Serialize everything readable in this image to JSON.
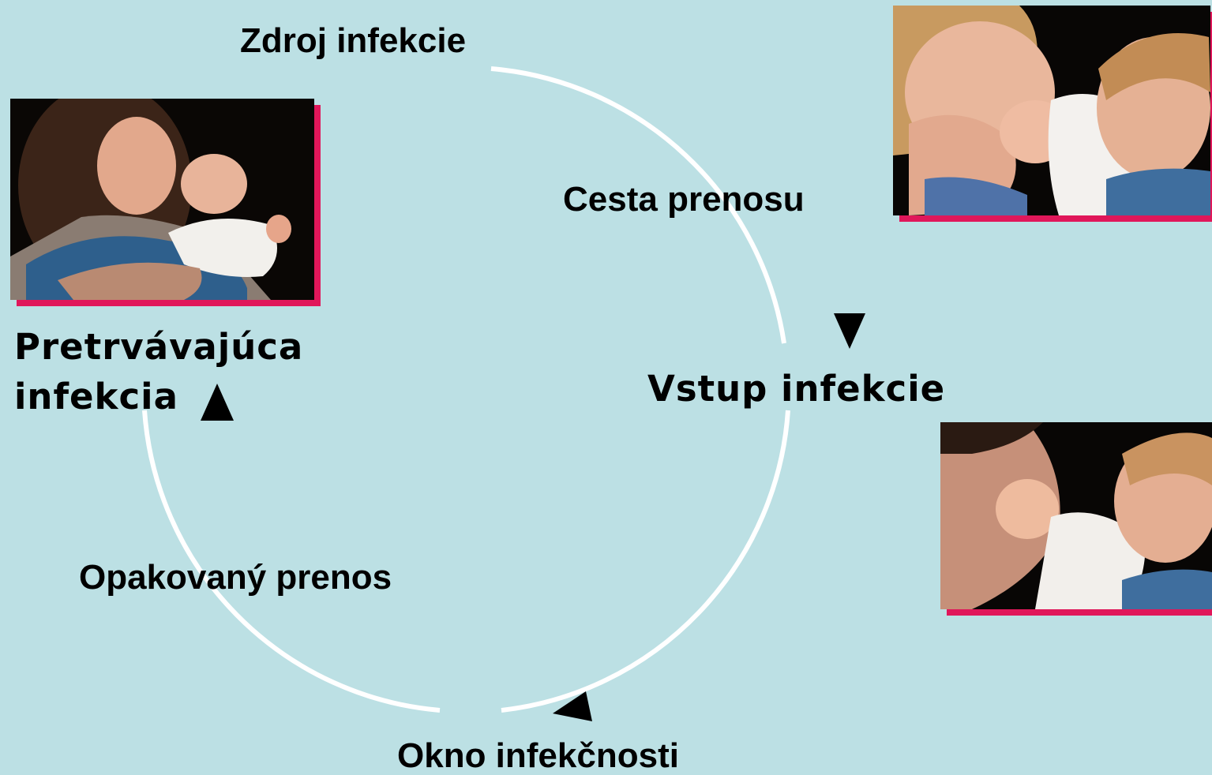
{
  "cycle": {
    "steps": {
      "source": "Zdroj infekcie",
      "route": "Cesta prenosu",
      "entry": "Vstup infekcie",
      "window": "Okno infekčnosti",
      "repeat": "Opakovaný prenos",
      "persistent_line1": "Pretrvávajúca",
      "persistent_line2": "infekcia"
    }
  },
  "colors": {
    "background": "#bce0e4",
    "circle": "#ffffff",
    "photo_border": "#e0175a",
    "arrow": "#000000"
  },
  "photos": [
    {
      "subject": "mother-holding-crying-baby"
    },
    {
      "subject": "woman-kissing-baby-hand"
    },
    {
      "subject": "man-kissing-baby-hand"
    }
  ]
}
